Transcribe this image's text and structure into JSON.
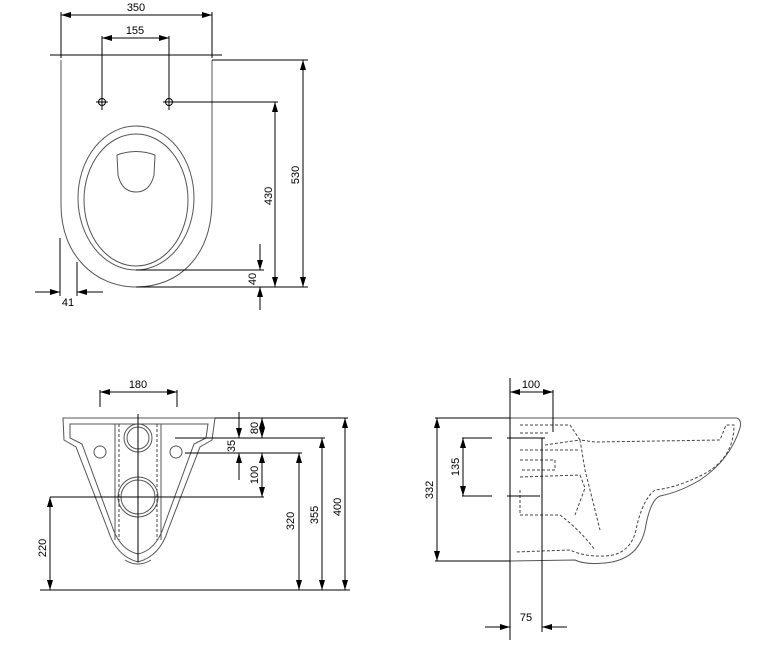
{
  "top_view": {
    "width": "350",
    "hole_spacing": "155",
    "hole_to_front": "430",
    "length": "530",
    "seat_offset": "40",
    "side_offset": "41"
  },
  "front_view": {
    "bolt_spacing": "180",
    "d80": "80",
    "d35": "35",
    "d100": "100",
    "d220": "220",
    "d320": "320",
    "d355": "355",
    "d400": "400"
  },
  "side_view": {
    "d100": "100",
    "d332": "332",
    "d135": "135",
    "d75": "75"
  }
}
